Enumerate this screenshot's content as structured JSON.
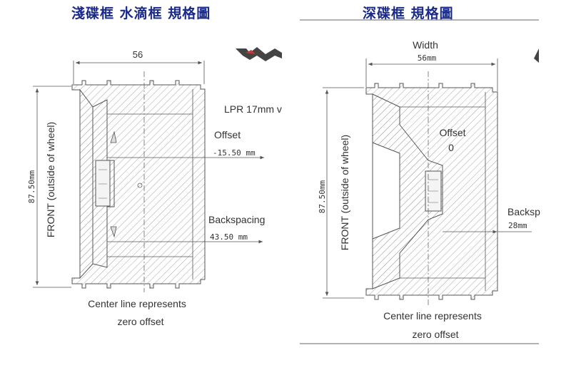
{
  "left_panel": {
    "title": "淺碟框 水滴框 規格圖",
    "width_value": "56",
    "height_value": "87.50mm",
    "front_label": "FRONT (outside of wheel)",
    "lpr_label": "LPR 17mm v",
    "offset_label": "Offset",
    "offset_value": "-15.50 mm",
    "backspacing_label": "Backspacing",
    "backspacing_value": "43.50 mm",
    "center_note_line1": "Center line represents",
    "center_note_line2": "zero offset"
  },
  "right_panel": {
    "title": "深碟框 規格圖",
    "width_label": "Width",
    "width_value": "56mm",
    "height_value": "87.50mm",
    "front_label": "FRONT (outside of wheel)",
    "offset_label": "Offset",
    "offset_value": "0",
    "backspacing_label": "Backsp",
    "backspacing_value": "28mm",
    "center_note_line1": "Center line represents",
    "center_note_line2": "zero offset"
  },
  "colors": {
    "title": "#1a2a8a",
    "line": "#555555",
    "hatch": "#9a9a9a",
    "logo_red": "#c23a3a"
  }
}
